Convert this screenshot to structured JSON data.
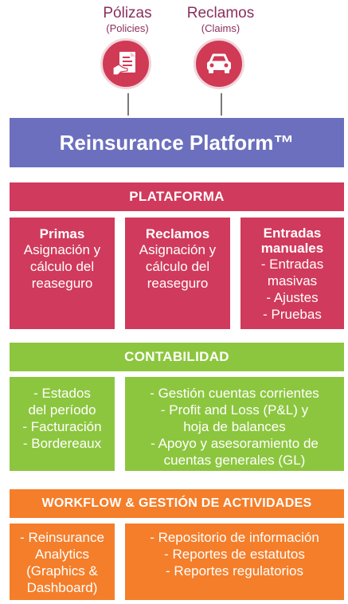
{
  "inputs": [
    {
      "label": "Pólizas",
      "sublabel": "(Policies)",
      "icon": "policy-document-hand-icon"
    },
    {
      "label": "Reclamos",
      "sublabel": "(Claims)",
      "icon": "car-icon"
    }
  ],
  "platform_title": "Reinsurance Platform™",
  "plataforma": {
    "header": "PLATAFORMA",
    "boxes": [
      {
        "title": "Primas",
        "lines": [
          "Asignación y",
          "cálculo del",
          "reaseguro"
        ]
      },
      {
        "title": "Reclamos",
        "lines": [
          "Asignación y",
          "cálculo del",
          "reaseguro"
        ]
      },
      {
        "title": "Entradas manuales",
        "lines": [
          "- Entradas",
          "masivas",
          "- Ajustes",
          "- Pruebas"
        ]
      }
    ]
  },
  "contabilidad": {
    "header": "CONTABILIDAD",
    "left_lines": [
      "- Estados",
      "del período",
      "- Facturación",
      "- Bordereaux"
    ],
    "right_lines": [
      "- Gestión cuentas corrientes",
      "- Profit and Loss (P&L) y",
      "hoja de balances",
      "- Apoyo y asesoramiento de",
      "cuentas generales (GL)"
    ]
  },
  "workflow": {
    "header": "WORKFLOW & GESTIÓN DE ACTIVIDADES",
    "left_lines": [
      "- Reinsurance",
      "Analytics",
      "(Graphics &",
      "Dashboard)"
    ],
    "right_lines": [
      "- Repositorio de información",
      "- Reportes de estatutos",
      "- Reportes regulatorios"
    ]
  },
  "colors": {
    "label": "#8a2f5e",
    "circle": "#d03a55",
    "banner": "#6b6fbe",
    "plataforma": "#d03a5c",
    "contabilidad": "#8cc63f",
    "workflow": "#f47e2a"
  }
}
